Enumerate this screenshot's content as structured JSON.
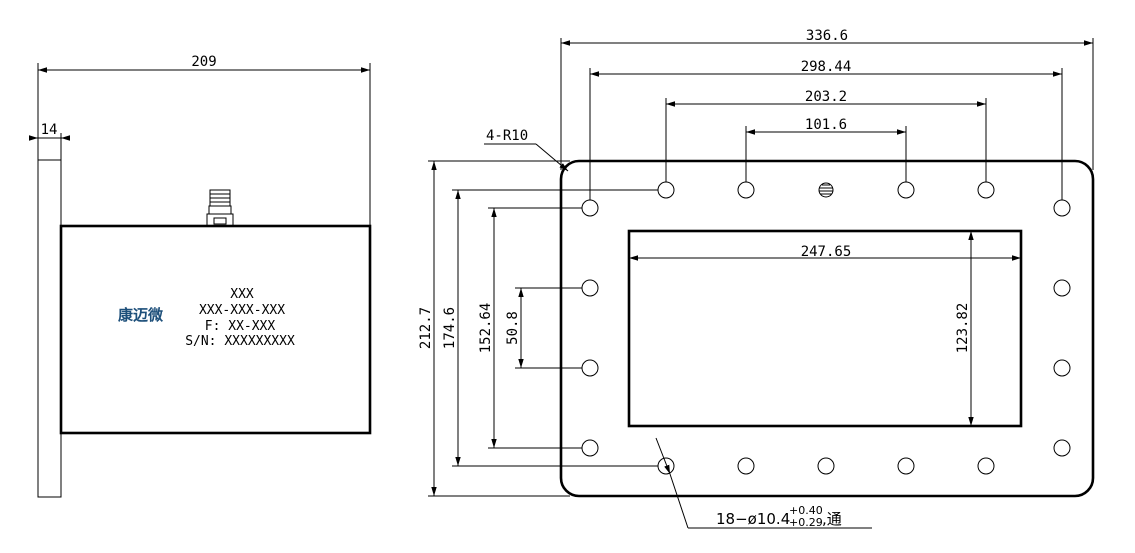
{
  "side_view": {
    "dims": {
      "overall_length": "209",
      "flange_thickness": "14"
    },
    "label": {
      "brand": "康迈微",
      "line1": "XXX",
      "line2": "XXX-XXX-XXX",
      "line3": "F: XX-XXX",
      "line4": "S/N: XXXXXXXXX"
    }
  },
  "front_view": {
    "dims": {
      "overall_width": "336.6",
      "hole_span_1": "298.44",
      "hole_span_2": "203.2",
      "hole_span_3": "101.6",
      "opening_width": "247.65",
      "opening_height": "123.82",
      "overall_height": "212.7",
      "hole_vspan_1": "174.6",
      "hole_vspan_2": "152.64",
      "hole_vspan_3": "50.8"
    },
    "corner_radius_note": "4-R10",
    "hole_note": {
      "main": "18−ø10.4",
      "tol_upper": "+0.40",
      "tol_lower": "+0.29",
      "suffix": ",通"
    }
  }
}
